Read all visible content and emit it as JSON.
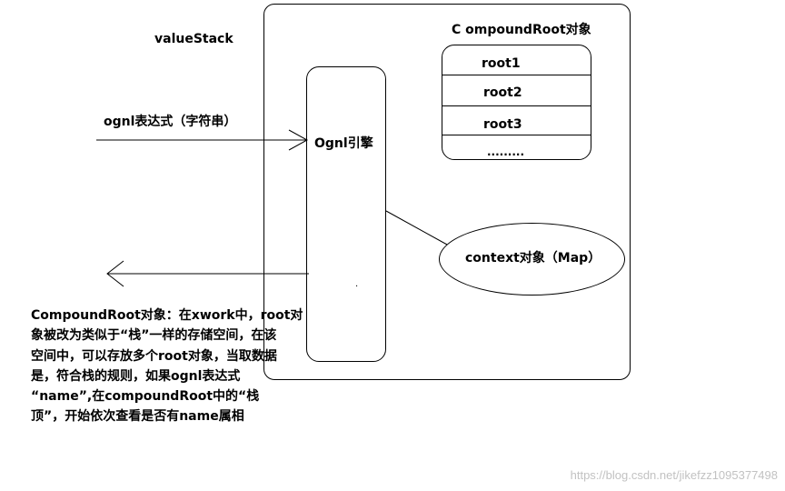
{
  "value_stack": {
    "title": "valueStack"
  },
  "ognl_expression": {
    "label": "ognl表达式（字符串）"
  },
  "ognl_engine": {
    "label": "Ognl引擎",
    "dot": "."
  },
  "compound_root": {
    "title": "C ompoundRoot对象",
    "items": [
      "root1",
      "root2",
      "root3",
      "........."
    ]
  },
  "context": {
    "label": "context对象（Map）"
  },
  "notes": {
    "text": "CompoundRoot对象：在xwork中，root对\n象被改为类似于“栈”一样的存储空间，在该\n空间中，可以存放多个root对象，当取数据\n是，符合栈的规则，如果ognl表达式\n“name”,在compoundRoot中的“栈\n顶”，开始依次查看是否有name属相"
  },
  "watermark": {
    "text": "https://blog.csdn.net/jikefzz1095377498"
  },
  "colors": {
    "stroke": "#000000",
    "watermark": "#c2c2c2",
    "background": "#ffffff"
  }
}
